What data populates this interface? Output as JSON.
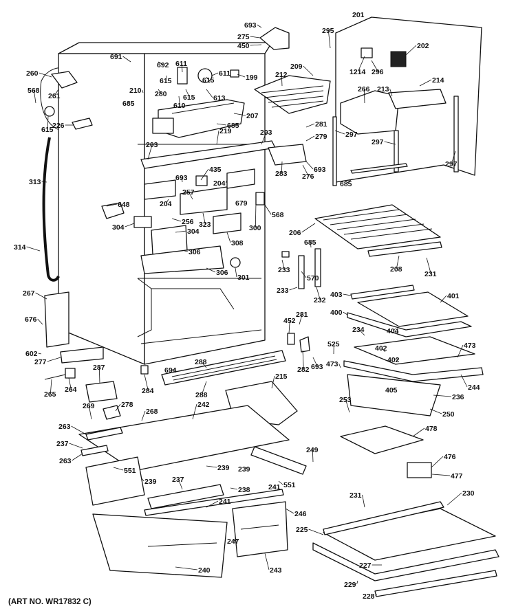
{
  "diagram": {
    "art_number": "(ART NO. WR17832 C)",
    "callouts": [
      {
        "id": "c693a",
        "text": "693"
      },
      {
        "id": "c275",
        "text": "275"
      },
      {
        "id": "c450",
        "text": "450"
      },
      {
        "id": "c295",
        "text": "295"
      },
      {
        "id": "c201",
        "text": "201"
      },
      {
        "id": "c202",
        "text": "202"
      },
      {
        "id": "c1214",
        "text": "1214"
      },
      {
        "id": "c296",
        "text": "296"
      },
      {
        "id": "c691",
        "text": "691"
      },
      {
        "id": "c692",
        "text": "692"
      },
      {
        "id": "c611a",
        "text": "611"
      },
      {
        "id": "c611b",
        "text": "611"
      },
      {
        "id": "c199",
        "text": "199"
      },
      {
        "id": "c212",
        "text": "212"
      },
      {
        "id": "c209",
        "text": "209"
      },
      {
        "id": "c260",
        "text": "260"
      },
      {
        "id": "c261",
        "text": "261"
      },
      {
        "id": "c568a",
        "text": "568"
      },
      {
        "id": "c615a",
        "text": "615"
      },
      {
        "id": "c615b",
        "text": "615"
      },
      {
        "id": "c615c",
        "text": "615"
      },
      {
        "id": "c615d",
        "text": "615"
      },
      {
        "id": "c210",
        "text": "210"
      },
      {
        "id": "c280",
        "text": "280"
      },
      {
        "id": "c685a",
        "text": "685"
      },
      {
        "id": "c610",
        "text": "610"
      },
      {
        "id": "c613",
        "text": "613"
      },
      {
        "id": "c266",
        "text": "266"
      },
      {
        "id": "c213",
        "text": "213"
      },
      {
        "id": "c214",
        "text": "214"
      },
      {
        "id": "c226",
        "text": "226"
      },
      {
        "id": "c207",
        "text": "207"
      },
      {
        "id": "c685b",
        "text": "685"
      },
      {
        "id": "c281a",
        "text": "281"
      },
      {
        "id": "c219",
        "text": "219"
      },
      {
        "id": "c203a",
        "text": "203"
      },
      {
        "id": "c279",
        "text": "279"
      },
      {
        "id": "c297a",
        "text": "297"
      },
      {
        "id": "c297b",
        "text": "297"
      },
      {
        "id": "c297c",
        "text": "297"
      },
      {
        "id": "c203b",
        "text": "203"
      },
      {
        "id": "c313",
        "text": "313"
      },
      {
        "id": "c435",
        "text": "435"
      },
      {
        "id": "c693b",
        "text": "693"
      },
      {
        "id": "c283",
        "text": "283"
      },
      {
        "id": "c276",
        "text": "276"
      },
      {
        "id": "c693c",
        "text": "693"
      },
      {
        "id": "c685c",
        "text": "685"
      },
      {
        "id": "c204a",
        "text": "204"
      },
      {
        "id": "c257",
        "text": "257"
      },
      {
        "id": "c648",
        "text": "648"
      },
      {
        "id": "c204b",
        "text": "204"
      },
      {
        "id": "c679",
        "text": "679"
      },
      {
        "id": "c568b",
        "text": "568"
      },
      {
        "id": "c256",
        "text": "256"
      },
      {
        "id": "c323",
        "text": "323"
      },
      {
        "id": "c304a",
        "text": "304"
      },
      {
        "id": "c304b",
        "text": "304"
      },
      {
        "id": "c300",
        "text": "300"
      },
      {
        "id": "c206",
        "text": "206"
      },
      {
        "id": "c308",
        "text": "308"
      },
      {
        "id": "c314",
        "text": "314"
      },
      {
        "id": "c306a",
        "text": "306"
      },
      {
        "id": "c306b",
        "text": "306"
      },
      {
        "id": "c685d",
        "text": "685"
      },
      {
        "id": "c208",
        "text": "208"
      },
      {
        "id": "c301",
        "text": "301"
      },
      {
        "id": "c233a",
        "text": "233"
      },
      {
        "id": "c570",
        "text": "570"
      },
      {
        "id": "c231a",
        "text": "231"
      },
      {
        "id": "c233b",
        "text": "233"
      },
      {
        "id": "c232",
        "text": "232"
      },
      {
        "id": "c403",
        "text": "403"
      },
      {
        "id": "c401",
        "text": "401"
      },
      {
        "id": "c267",
        "text": "267"
      },
      {
        "id": "c400",
        "text": "400"
      },
      {
        "id": "c676",
        "text": "676"
      },
      {
        "id": "c281b",
        "text": "281"
      },
      {
        "id": "c452",
        "text": "452"
      },
      {
        "id": "c234",
        "text": "234"
      },
      {
        "id": "c404",
        "text": "404"
      },
      {
        "id": "c602",
        "text": "602"
      },
      {
        "id": "c525",
        "text": "525"
      },
      {
        "id": "c473a",
        "text": "473"
      },
      {
        "id": "c277",
        "text": "277"
      },
      {
        "id": "c402a",
        "text": "402"
      },
      {
        "id": "c402b",
        "text": "402"
      },
      {
        "id": "c288a",
        "text": "288"
      },
      {
        "id": "c694",
        "text": "694"
      },
      {
        "id": "c473b",
        "text": "473"
      },
      {
        "id": "c287",
        "text": "287"
      },
      {
        "id": "c282",
        "text": "282"
      },
      {
        "id": "c693d",
        "text": "693"
      },
      {
        "id": "c284",
        "text": "284"
      },
      {
        "id": "c405",
        "text": "405"
      },
      {
        "id": "c244",
        "text": "244"
      },
      {
        "id": "c215",
        "text": "215"
      },
      {
        "id": "c288b",
        "text": "288"
      },
      {
        "id": "c236",
        "text": "236"
      },
      {
        "id": "c265",
        "text": "265"
      },
      {
        "id": "c264",
        "text": "264"
      },
      {
        "id": "c269",
        "text": "269"
      },
      {
        "id": "c278",
        "text": "278"
      },
      {
        "id": "c253",
        "text": "253"
      },
      {
        "id": "c250",
        "text": "250"
      },
      {
        "id": "c242",
        "text": "242"
      },
      {
        "id": "c268",
        "text": "268"
      },
      {
        "id": "c263a",
        "text": "263"
      },
      {
        "id": "c478",
        "text": "478"
      },
      {
        "id": "c237a",
        "text": "237"
      },
      {
        "id": "c249",
        "text": "249"
      },
      {
        "id": "c263b",
        "text": "263"
      },
      {
        "id": "c476",
        "text": "476"
      },
      {
        "id": "c239a",
        "text": "239"
      },
      {
        "id": "c551a",
        "text": "551"
      },
      {
        "id": "c239b",
        "text": "239"
      },
      {
        "id": "c477",
        "text": "477"
      },
      {
        "id": "c239c",
        "text": "239"
      },
      {
        "id": "c237b",
        "text": "237"
      },
      {
        "id": "c238",
        "text": "238"
      },
      {
        "id": "c241a",
        "text": "241"
      },
      {
        "id": "c551b",
        "text": "551"
      },
      {
        "id": "c231b",
        "text": "231"
      },
      {
        "id": "c230",
        "text": "230"
      },
      {
        "id": "c241b",
        "text": "241"
      },
      {
        "id": "c246",
        "text": "246"
      },
      {
        "id": "c225",
        "text": "225"
      },
      {
        "id": "c247",
        "text": "247"
      },
      {
        "id": "c227",
        "text": "227"
      },
      {
        "id": "c240",
        "text": "240"
      },
      {
        "id": "c243",
        "text": "243"
      },
      {
        "id": "c229",
        "text": "229"
      },
      {
        "id": "c228",
        "text": "228"
      }
    ]
  }
}
